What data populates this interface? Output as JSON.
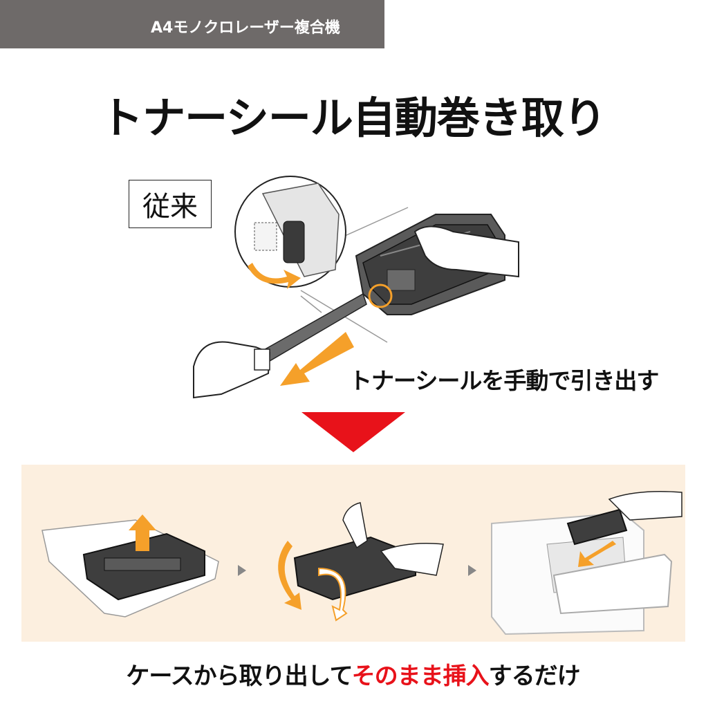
{
  "badge": {
    "label": "A4モノクロレーザー複合機"
  },
  "title": "トナーシール自動巻き取り",
  "legacy": {
    "label": "従来",
    "caption": "トナーシールを手動で引き出す"
  },
  "bottom_caption": {
    "prefix": "ケースから取り出して",
    "highlight": "そのまま挿入",
    "suffix": "するだけ"
  },
  "colors": {
    "badge_bg": "#6e6a69",
    "accent_orange": "#f5a02a",
    "arrow_red": "#e8121a",
    "panel_bg": "#fcefdf",
    "step_marker": "#888888"
  },
  "icons": [
    "orange-rotate-arrow-icon",
    "orange-pull-arrow-icon",
    "red-down-triangle-icon",
    "step-chevron-icon",
    "orange-up-arrow-icon",
    "orange-rotate-arrows-icon",
    "orange-insert-arrow-icon"
  ]
}
